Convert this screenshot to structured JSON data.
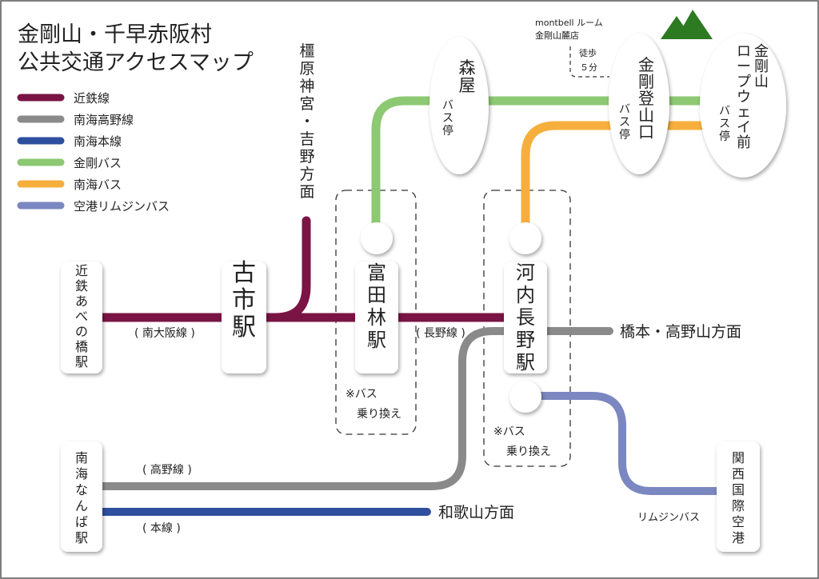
{
  "title": {
    "line1": "金剛山・千早赤阪村",
    "line2": "公共交通アクセスマップ"
  },
  "legend": [
    {
      "label": "近鉄線",
      "color": "#7a1444"
    },
    {
      "label": "南海高野線",
      "color": "#8a8a8a"
    },
    {
      "label": "南海本線",
      "color": "#2e4f9e"
    },
    {
      "label": "金剛バス",
      "color": "#8dc872"
    },
    {
      "label": "南海バス",
      "color": "#f6ae3c"
    },
    {
      "label": "空港リムジンバス",
      "color": "#7b87c0"
    }
  ],
  "stations": {
    "abeno": "近鉄あべの橋駅",
    "furuichi": "古市駅",
    "tondabayashi": "富田林駅",
    "kawachinagano": "河内長野駅",
    "namba": "南海なんば駅",
    "kansai_airport": "関西国際空港",
    "moriya_name": "森屋",
    "moriya_sub": "バス停",
    "kongo_tozanguchi_name": "金剛登山口",
    "kongo_tozanguchi_sub": "バス停",
    "ropeway_name_1": "金剛山",
    "ropeway_name_2": "ロープウェイ前",
    "ropeway_sub": "バス停"
  },
  "labels": {
    "kashihara": "橿原神宮・吉野方面",
    "minamiosaka_line": "( 南大阪線 )",
    "nagano_line": "( 長野線 )",
    "koya_line": "( 高野線 )",
    "main_line": "( 本線 )",
    "hashimoto": "橋本・高野山方面",
    "wakayama": "和歌山方面",
    "limousine": "リムジンバス",
    "transfer_note_1": "※バス",
    "transfer_note_2": "乗り換え",
    "montbell_1": "montbell ルーム",
    "montbell_2": "金剛山麓店",
    "walk_1": "徒歩",
    "walk_2": "５分"
  }
}
